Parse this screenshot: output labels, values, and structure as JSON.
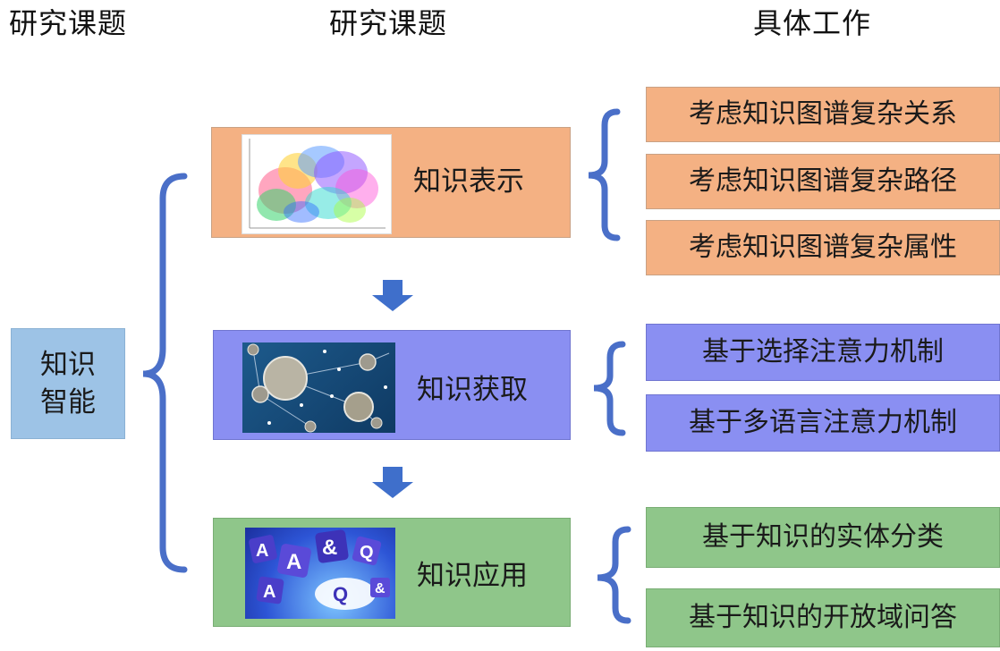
{
  "headers": {
    "col1": "研究课题",
    "col2": "研究课题",
    "col3": "具体工作"
  },
  "root": {
    "line1": "知识",
    "line2": "智能"
  },
  "topics": [
    {
      "label": "知识表示",
      "color": "#f4b183",
      "image": "knowledge-graph-embedding-scatter"
    },
    {
      "label": "知识获取",
      "color": "#8a8ff2",
      "image": "network-faces"
    },
    {
      "label": "知识应用",
      "color": "#8fc68a",
      "image": "letter-dice-question"
    }
  ],
  "works": {
    "representation": [
      "考虑知识图谱复杂关系",
      "考虑知识图谱复杂路径",
      "考虑知识图谱复杂属性"
    ],
    "acquisition": [
      "基于选择注意力机制",
      "基于多语言注意力机制"
    ],
    "application": [
      "基于知识的实体分类",
      "基于知识的开放域问答"
    ]
  },
  "colors": {
    "bracket": "#4a6fc8",
    "arrow": "#3f6fcb",
    "orange": "#f4b183",
    "blue": "#8a8ff2",
    "green": "#8fc68a",
    "root": "#9dc3e6"
  }
}
